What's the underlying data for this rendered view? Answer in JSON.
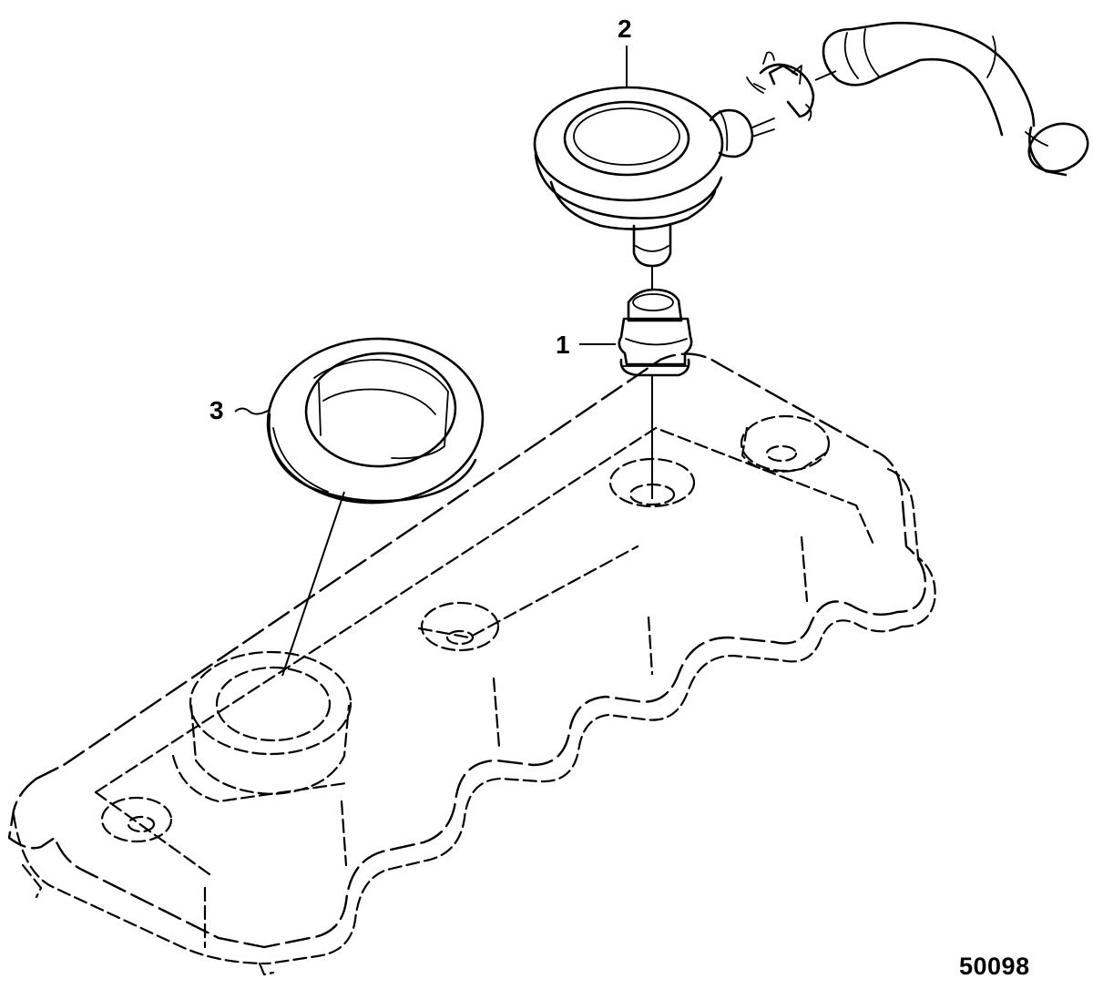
{
  "callouts": [
    {
      "label": "1"
    },
    {
      "label": "2"
    },
    {
      "label": "3"
    }
  ],
  "figure_number": "50098",
  "icons": [
    "valve-cover",
    "pcv-valve",
    "pcv-grommet",
    "oil-filler-cap",
    "hose",
    "hose-clamp"
  ]
}
